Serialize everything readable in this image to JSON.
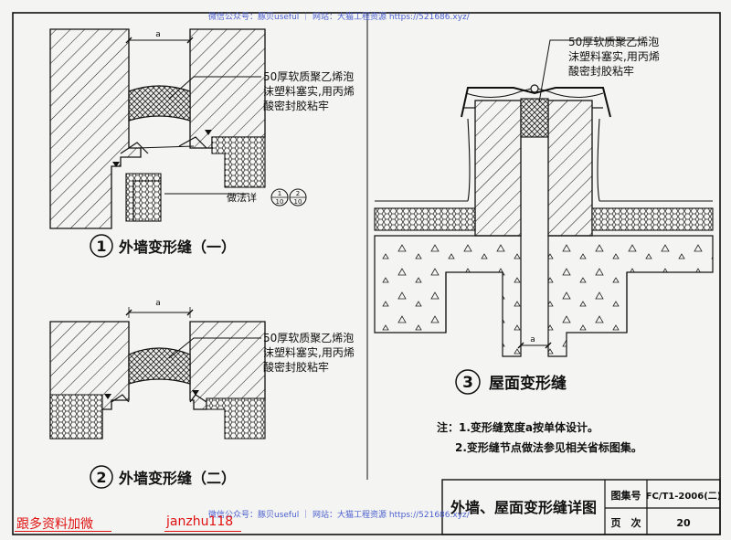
{
  "watermark_top": "微信公众号：豚贝useful ｜ 网站：大猫工程资源 https://521686.xyz/",
  "watermark_bottom": "微信公众号：豚贝useful ｜ 网站：大猫工程资源 https://521686.xyz/",
  "footer_left": "跟多资料加微",
  "footer_id": "janzhu118",
  "dim_a": "a",
  "note_line1": "50厚软质聚乙烯泡",
  "note_line2": "沫塑料塞实,用丙烯",
  "note_line3": "酸密封胶粘牢",
  "ref_label": "做法详",
  "ref1_top": "1",
  "ref1_bottom": "10",
  "ref2_top": "2",
  "ref2_bottom": "10",
  "fig1": {
    "num": "1",
    "title": "外墙变形缝（一）"
  },
  "fig2": {
    "num": "2",
    "title": "外墙变形缝（二）"
  },
  "fig3": {
    "num": "3",
    "title": "屋面变形缝"
  },
  "notes": {
    "line1": "注：1.变形缝宽度a按单体设计。",
    "line2": "2.变形缝节点做法参见相关省标图集。"
  },
  "title_block": {
    "title": "外墙、屋面变形缝详图",
    "atlas_label": "图集号",
    "atlas_value": "FC/T1-2006(二)",
    "page_label": "页　次",
    "page_value": "20"
  }
}
